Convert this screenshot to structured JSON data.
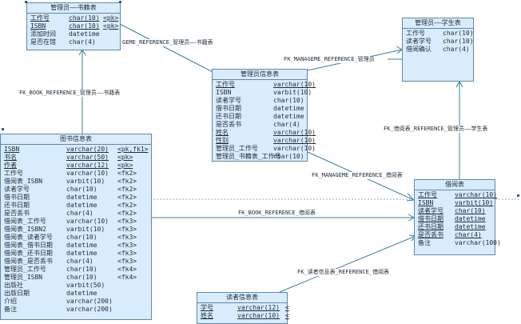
{
  "colors": {
    "entity_fill": "#d9ecfb",
    "entity_border": "#5f87a8",
    "line": "#3a7f9e",
    "text": "#1b2b3a"
  },
  "entities": [
    {
      "id": "e1",
      "title": "管理员——书籍表",
      "rows": [
        {
          "n": "工作号",
          "t": "char(10)",
          "k": "<pk>",
          "u": true
        },
        {
          "n": "ISBN",
          "t": "char(10)",
          "k": "<pk>",
          "u": true
        },
        {
          "n": "添加时间",
          "t": "datetime",
          "k": ""
        },
        {
          "n": "是否在馆",
          "t": "char(4)",
          "k": ""
        }
      ]
    },
    {
      "id": "e2",
      "title": "管理员——学生表",
      "rows": [
        {
          "n": "工作号",
          "t": "char(10)",
          "k": ""
        },
        {
          "n": "读者学号",
          "t": "char(10)",
          "k": ""
        },
        {
          "n": "借阅确认",
          "t": "char(4)",
          "k": ""
        }
      ]
    },
    {
      "id": "e3",
      "title": "管理员信息表",
      "rows": [
        {
          "n": "工作号",
          "t": "varchar(10)",
          "k": "",
          "u": true
        },
        {
          "n": "ISBN",
          "t": "varbit(10)",
          "k": ""
        },
        {
          "n": "读者学号",
          "t": "char(10)",
          "k": ""
        },
        {
          "n": "借书日期",
          "t": "datetime",
          "k": ""
        },
        {
          "n": "还书日期",
          "t": "datetime",
          "k": ""
        },
        {
          "n": "是否丢书",
          "t": "char(4)",
          "k": ""
        },
        {
          "n": "姓名",
          "t": "varchar(10)",
          "k": "",
          "u": true
        },
        {
          "n": "性别",
          "t": "varchar(10)",
          "k": "",
          "u": true
        },
        {
          "n": "管理员_工作号",
          "t": "varchar(10)",
          "k": ""
        },
        {
          "n": "管理员_书籍表_工作号",
          "t": "char(10)",
          "k": ""
        }
      ]
    },
    {
      "id": "e4",
      "title": "图书信息表",
      "rows": [
        {
          "n": "ISBN",
          "t": "varchar(20)",
          "k": "<pk,fk1>",
          "u": true
        },
        {
          "n": "书名",
          "t": "varchar(50)",
          "k": "<pk>",
          "u": true
        },
        {
          "n": "作者",
          "t": "varchar(12)",
          "k": "<pk>",
          "u": true
        },
        {
          "n": "工作号",
          "t": "varchar(10)",
          "k": "<fk2>"
        },
        {
          "n": "借阅表_ISBN",
          "t": "varbit(10)",
          "k": "<fk2>"
        },
        {
          "n": "读者学号",
          "t": "char(10)",
          "k": "<fk2>"
        },
        {
          "n": "借书日期",
          "t": "datetime",
          "k": "<fk2>"
        },
        {
          "n": "还书日期",
          "t": "datetime",
          "k": "<fk2>"
        },
        {
          "n": "是否丢书",
          "t": "char(4)",
          "k": "<fk2>"
        },
        {
          "n": "借阅表_工作号",
          "t": "varchar(10)",
          "k": "<fk3>"
        },
        {
          "n": "借阅表_ISBN2",
          "t": "varbit(10)",
          "k": "<fk3>"
        },
        {
          "n": "借阅表_读者学号",
          "t": "char(10)",
          "k": "<fk3>"
        },
        {
          "n": "借阅表_借书日期",
          "t": "datetime",
          "k": "<fk3>"
        },
        {
          "n": "借阅表_还书日期",
          "t": "datetime",
          "k": "<fk3>"
        },
        {
          "n": "借阅表_是否丢书",
          "t": "char(4)",
          "k": "<fk3>"
        },
        {
          "n": "管理员_工作号",
          "t": "char(10)",
          "k": "<fk4>"
        },
        {
          "n": "管理员_ISBN",
          "t": "char(10)",
          "k": "<fk4>"
        },
        {
          "n": "出版社",
          "t": "varbit(50)",
          "k": ""
        },
        {
          "n": "出版日期",
          "t": "datetime",
          "k": ""
        },
        {
          "n": "介绍",
          "t": "varchar(200)",
          "k": ""
        },
        {
          "n": "备注",
          "t": "varchar(200)",
          "k": ""
        }
      ]
    },
    {
      "id": "e5",
      "title": "借阅表",
      "rows": [
        {
          "n": "工作号",
          "t": "varchar(10)",
          "k": "",
          "u": true
        },
        {
          "n": "ISBN",
          "t": "varbit(10)",
          "k": "",
          "u": true
        },
        {
          "n": "读者学号",
          "t": "char(10)",
          "k": "",
          "u": true
        },
        {
          "n": "借书日期",
          "t": "datetime",
          "k": "",
          "u": true
        },
        {
          "n": "还书日期",
          "t": "datetime",
          "k": "",
          "u": true
        },
        {
          "n": "是否丢书",
          "t": "char(4)",
          "k": "",
          "u": true
        },
        {
          "n": "备注",
          "t": "varchar(100)",
          "k": ""
        }
      ]
    },
    {
      "id": "e6",
      "title": "读者信息表",
      "rows": [
        {
          "n": "学号",
          "t": "varchar(12)",
          "k": "<",
          "u": true
        },
        {
          "n": "姓名",
          "t": "varchar(10)",
          "k": "<",
          "u": true
        }
      ]
    }
  ],
  "relations": [
    {
      "id": "r1",
      "label": "GEME_REFERENCE_管理员——书籍表"
    },
    {
      "id": "r2",
      "label": "FK_BOOK_REFERENCE_管理员——书籍表"
    },
    {
      "id": "r3",
      "label": "FK_MANAGEME_REFERENCE_管理员"
    },
    {
      "id": "r4",
      "label": "FK_借阅表_REFERENCE_管理员——学生表"
    },
    {
      "id": "r5",
      "label": "FK_MANAGEME_REFERENCE_借阅表"
    },
    {
      "id": "r6",
      "label": "FK_BOOK_REFERENCE_借阅表"
    },
    {
      "id": "r7",
      "label": "FK_读者信息表_REFERENCE_借阅表"
    }
  ]
}
